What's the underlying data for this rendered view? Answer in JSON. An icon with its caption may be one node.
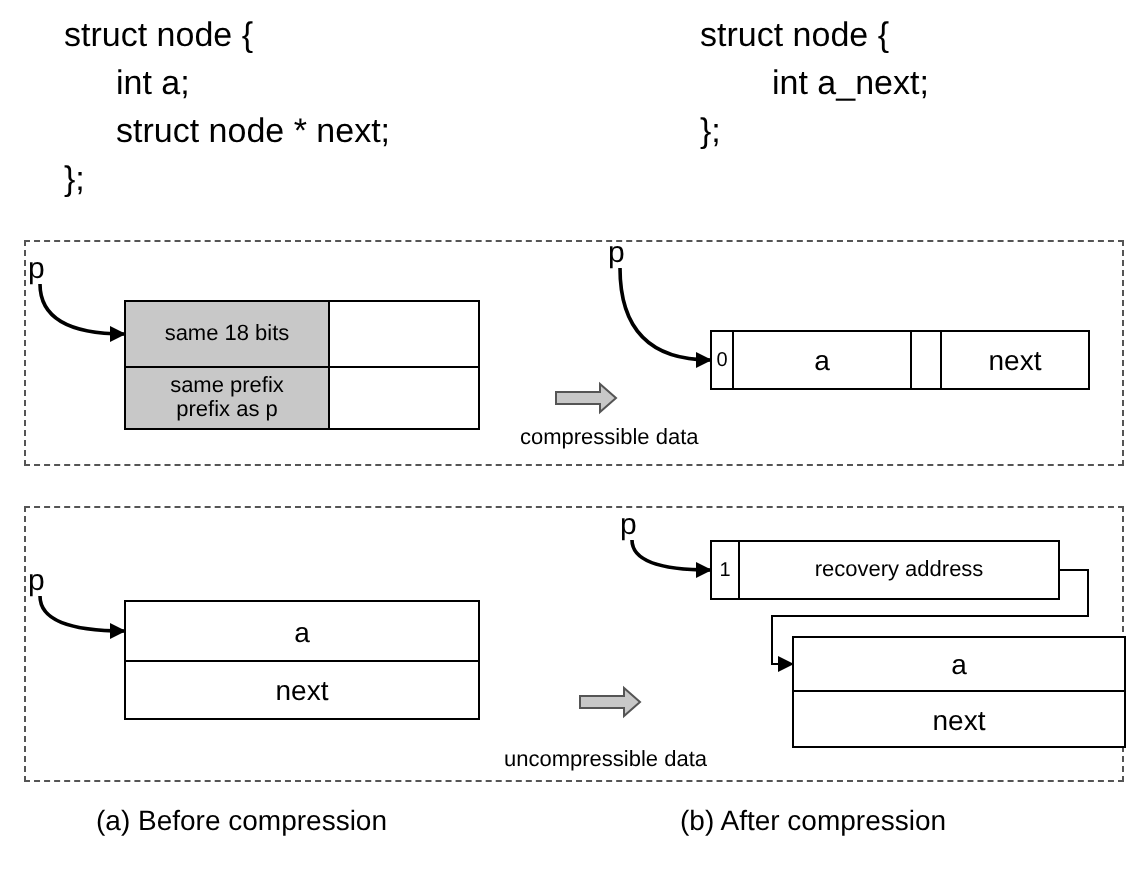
{
  "diagram": {
    "nodes": [
      {
        "text": [],
        "shape": "box"
      },
      {
        "text": [
          "p"
        ],
        "in": 0
      },
      {
        "text": [
          "same 18 bits"
        ],
        "in": 0
      },
      {
        "text": [],
        "shape": "box",
        "in": 0
      },
      {
        "text": [
          "same prefix prefix as p"
        ],
        "in": 0
      },
      {
        "text": [],
        "shape": "box",
        "in": 0
      },
      {
        "text": [
          "p"
        ],
        "in": 0
      },
      {
        "text": [
          "0"
        ],
        "in": 0
      },
      {
        "text": [
          "a"
        ],
        "in": 0
      },
      {
        "text": [],
        "shape": "box",
        "in": 0
      },
      {
        "text": [
          "next"
        ],
        "in": 0
      },
      {
        "text": [],
        "shape": "box"
      },
      {
        "text": [
          "p"
        ],
        "in": 11
      },
      {
        "text": [
          "a"
        ],
        "in": 11
      },
      {
        "text": [
          "next"
        ],
        "in": 11
      },
      {
        "text": [
          "p"
        ],
        "in": 11
      },
      {
        "text": [
          "1"
        ],
        "in": 11
      },
      {
        "text": [
          "recovery address"
        ],
        "in": 11
      },
      {
        "text": [
          "a"
        ],
        "in": 11
      },
      {
        "text": [
          "next"
        ],
        "in": 11
      }
    ],
    "edges": [
      {
        "from": 1,
        "to": 2,
        "arrow": "to"
      },
      {
        "from": 6,
        "to": 7,
        "arrow": "to"
      },
      {
        "from": 12,
        "to": 13,
        "arrow": "to"
      },
      {
        "from": 15,
        "to": 16,
        "arrow": "to"
      },
      {
        "from": 17,
        "to": 18,
        "arrow": "to"
      }
    ],
    "labels": [
      "struct node {",
      "int a;",
      "struct node * next;",
      "};",
      "struct node {",
      "int a_next;",
      "};",
      "compressible data",
      "uncompressible data",
      "(a) Before compression",
      "(b) After compression"
    ]
  }
}
